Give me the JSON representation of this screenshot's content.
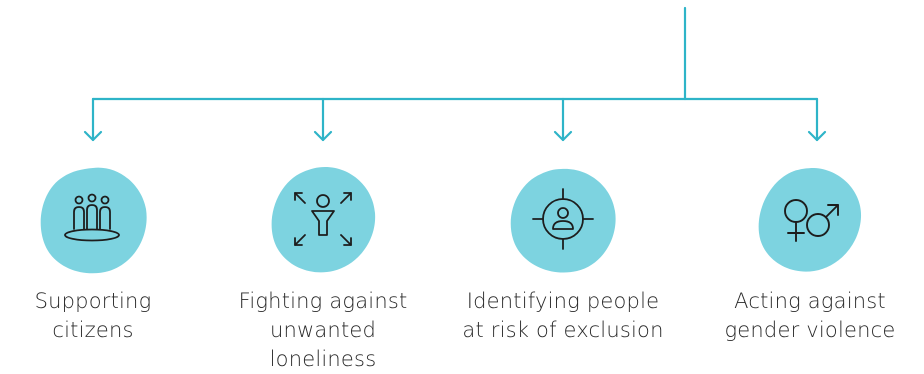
{
  "accent_color": "#2eb4c8",
  "blob_color": "#7dd3e0",
  "icon_color": "#1d1d1d",
  "items": [
    {
      "icon": "people-group-icon",
      "lines": [
        "Supporting",
        "citizens"
      ]
    },
    {
      "icon": "person-expand-arrows-icon",
      "lines": [
        "Fighting against",
        "unwanted",
        "loneliness"
      ]
    },
    {
      "icon": "person-target-icon",
      "lines": [
        "Identifying people",
        "at risk of exclusion"
      ]
    },
    {
      "icon": "gender-symbols-icon",
      "lines": [
        "Acting against",
        "gender violence"
      ]
    }
  ]
}
